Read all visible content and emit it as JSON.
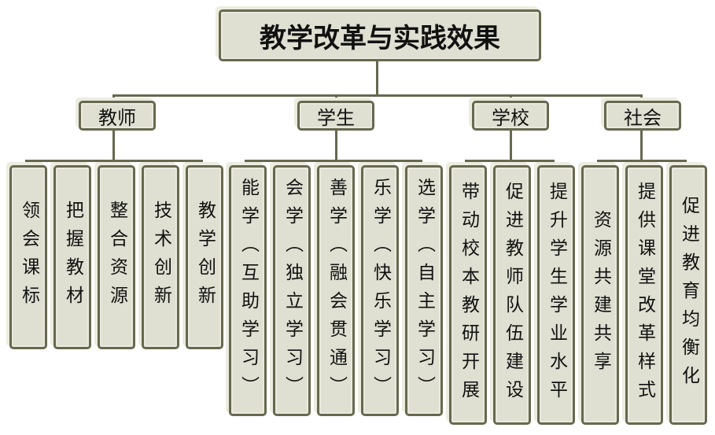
{
  "root": {
    "label": "教学改革与实践效果"
  },
  "groups": [
    {
      "label": "教师",
      "items": [
        "领会课标",
        "把握教材",
        "整合资源",
        "技术创新",
        "教学创新"
      ]
    },
    {
      "label": "学生",
      "items": [
        "能学（互助学习）",
        "会学（独立学习）",
        "善学（融会贯通）",
        "乐学（快乐学习）",
        "选学（自主学习）"
      ]
    },
    {
      "label": "学校",
      "items": [
        "带动校本教研开展",
        "促进教师队伍建设",
        "提升学生学业水平"
      ]
    },
    {
      "label": "社会",
      "items": [
        "资源共建共享",
        "提供课堂改革样式",
        "促进教育均衡化"
      ]
    }
  ]
}
